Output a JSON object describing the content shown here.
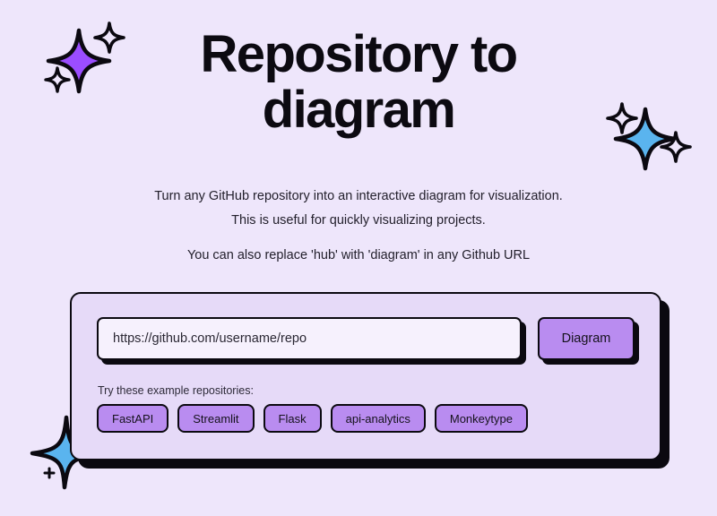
{
  "page": {
    "background_color": "#eee6fb",
    "accent_purple": "#b98cf0",
    "star_purple": "#9b4dff",
    "star_blue": "#5ab4ee",
    "outline_color": "#0b0910"
  },
  "hero": {
    "title_line1": "Repository to",
    "title_line2": "diagram"
  },
  "subtitles": {
    "line1": "Turn any GitHub repository into an interactive diagram for visualization.",
    "line2": "This is useful for quickly visualizing projects.",
    "line3": "You can also replace 'hub' with 'diagram' in any Github URL"
  },
  "form": {
    "url_placeholder": "https://github.com/username/repo",
    "url_value": "",
    "submit_label": "Diagram",
    "examples_label": "Try these example repositories:",
    "examples": [
      {
        "label": "FastAPI"
      },
      {
        "label": "Streamlit"
      },
      {
        "label": "Flask"
      },
      {
        "label": "api-analytics"
      },
      {
        "label": "Monkeytype"
      }
    ]
  },
  "decorations": {
    "sparkle_top_left": "sparkle-purple-icon",
    "sparkle_top_right": "sparkle-blue-icon",
    "sparkle_bottom_left": "sparkle-blue-star-icon"
  }
}
